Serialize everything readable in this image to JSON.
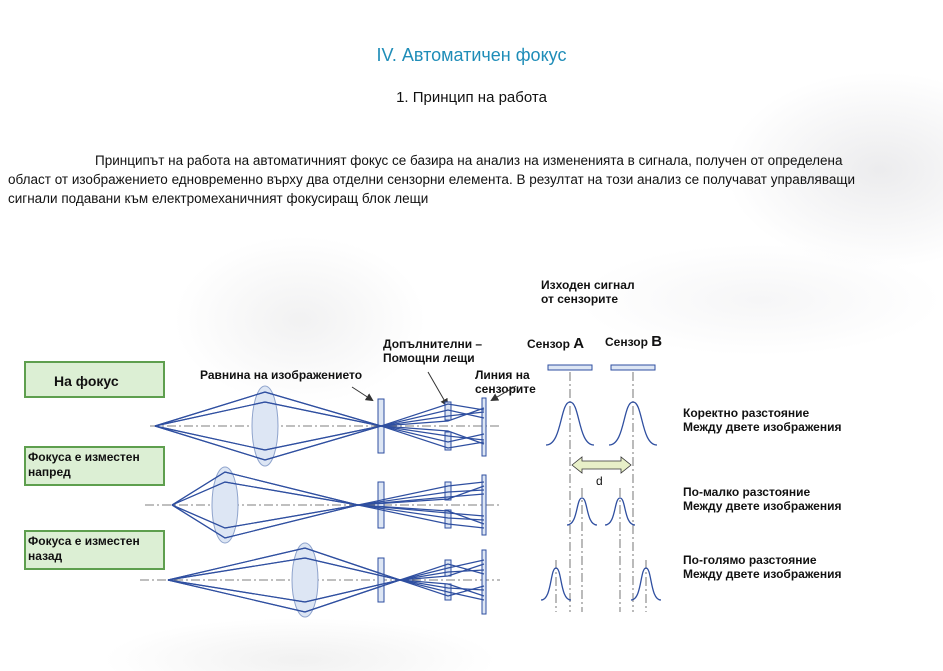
{
  "document": {
    "title": "IV. Автоматичен фокус",
    "subtitle": "1. Принцип на работа",
    "paragraph": "Принципът на работа на автоматичният фокус се базира на анализ на измененията в сигнала, получен от определена област от изображението едновременно върху два отделни сензорни елемента. В резултат на този анализ се получават управляващи сигнали подавани към електромеханичният фокусиращ блок лещи"
  },
  "diagram": {
    "sensor_output_line1": "Изходен сигнал",
    "sensor_output_line2": "от сензорите",
    "aux_lenses_line1": "Допълнителни –",
    "aux_lenses_line2": "Помощни лещи",
    "sensor_prefix": "Сензор",
    "sensor_a": "A",
    "sensor_b": "B",
    "image_plane": "Равнина на изображението",
    "sensor_line_line1": "Линия на",
    "sensor_line_line2": "сензорите",
    "d_label": "d",
    "cases": [
      {
        "label_line1": "На фокус",
        "label_line2": "",
        "desc_line1": "Коректно разстояние",
        "desc_line2": "Между двете изображения"
      },
      {
        "label_line1": "Фокуса е изместен",
        "label_line2": "напред",
        "desc_line1": "По-малко разстояние",
        "desc_line2": "Между двете изображения"
      },
      {
        "label_line1": "Фокуса е изместен",
        "label_line2": "назад",
        "desc_line1": "По-голямо разстояние",
        "desc_line2": "Между двете изображения"
      }
    ],
    "colors": {
      "ray": "#2f4fa0",
      "lens_fill": "#dde6f4",
      "lens_stroke": "#8ea3cc",
      "box_fill": "#dcefd4",
      "box_border": "#5e9f4e",
      "title": "#1f8db8",
      "arrow_fill": "#e8f0c8"
    }
  }
}
